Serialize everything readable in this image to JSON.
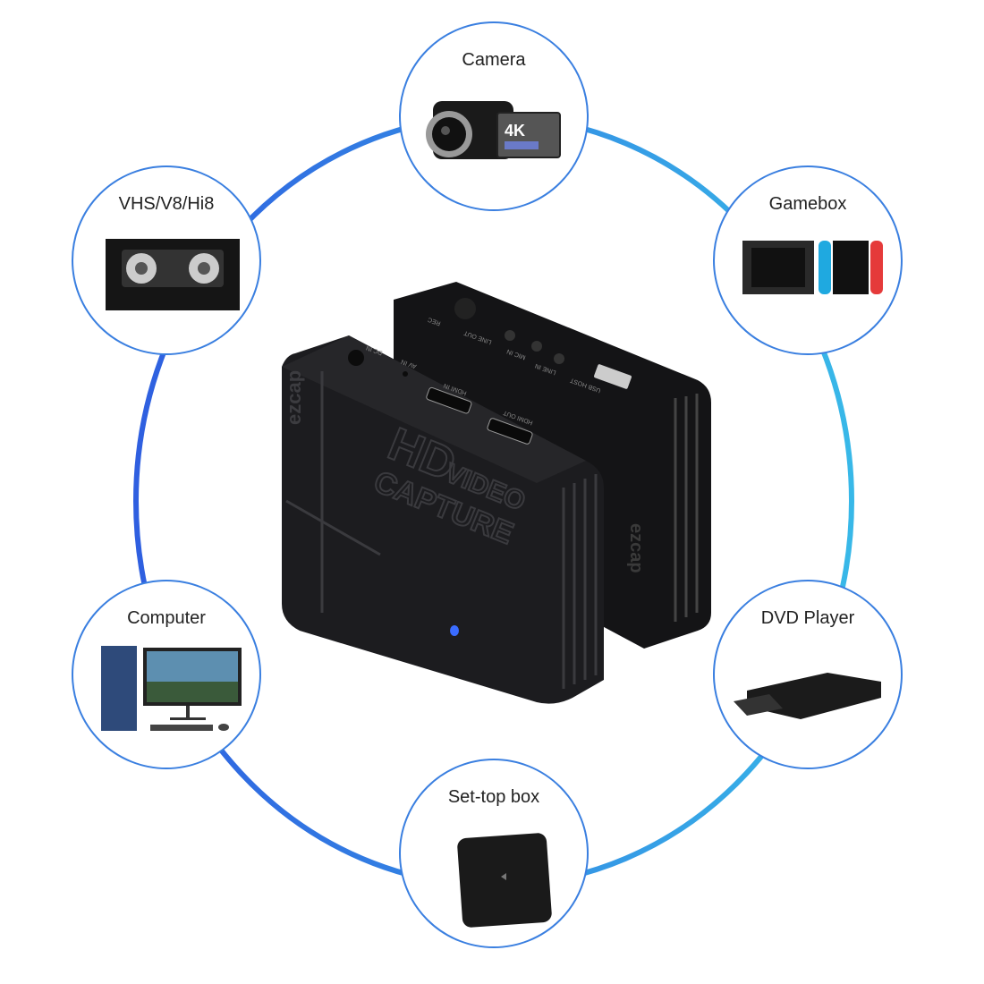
{
  "devices": [
    {
      "id": "camera",
      "label": "Camera",
      "icon": "camcorder-icon",
      "screen_text": "4K"
    },
    {
      "id": "gamebox",
      "label": "Gamebox",
      "icon": "game-console-icon"
    },
    {
      "id": "dvd",
      "label": "DVD Player",
      "icon": "dvd-player-icon"
    },
    {
      "id": "settop",
      "label": "Set-top box",
      "icon": "set-top-box-icon"
    },
    {
      "id": "computer",
      "label": "Computer",
      "icon": "computer-icon"
    },
    {
      "id": "vhs",
      "label": "VHS/V8/Hi8",
      "icon": "vhs-tape-icon"
    }
  ],
  "product": {
    "brand": "ezcap",
    "title_line1": "HD",
    "title_line2": "VIDEO",
    "title_line3": "CAPTURE",
    "ports": [
      "DC IN",
      "AV IN",
      "HDMI IN",
      "HDMI OUT",
      "USB HOST",
      "LINE IN",
      "MIC IN",
      "LINE OUT",
      "REC"
    ]
  },
  "colors": {
    "ring_start": "#2f5fe0",
    "ring_end": "#38b8e8",
    "device_body": "#1a1a1c",
    "led": "#3a6cff"
  }
}
